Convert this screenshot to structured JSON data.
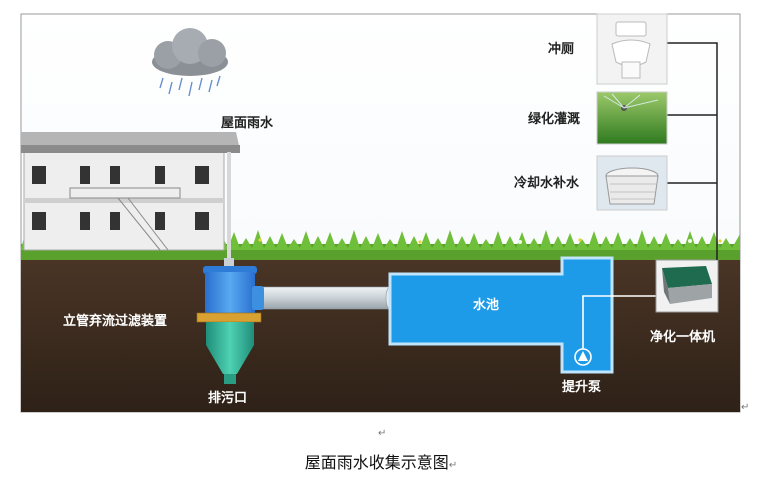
{
  "diagram": {
    "caption": "屋面雨水收集示意图",
    "labels": {
      "roof_rain": "屋面雨水",
      "toilet": "冲厕",
      "irrigation": "绿化灌溉",
      "cooling": "冷却水补水",
      "pool": "水池",
      "filter_device": "立管弃流过滤装置",
      "drain_outlet": "排污口",
      "lift_pump": "提升泵",
      "purifier": "净化一体机"
    },
    "marks": {
      "return_mark": "↵"
    }
  },
  "colors": {
    "soil": "#3b2a1e",
    "grass": "#5aa02c",
    "pool": "#1e9be8",
    "filter": "#3d8fe0",
    "filter_bottom": "#35b39a",
    "pipe": "#cfd6db",
    "purifier": "#1f6b4f",
    "line": "#222222"
  },
  "icons": {
    "cloud": "rain-cloud-icon",
    "pump": "pump-triangle-icon"
  }
}
